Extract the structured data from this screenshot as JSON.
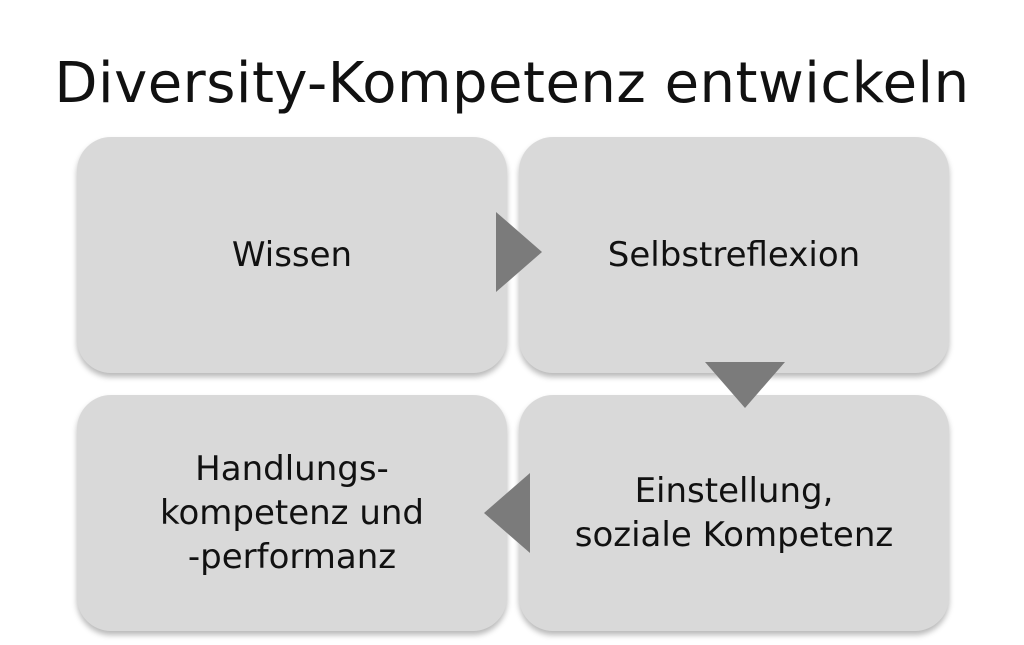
{
  "title": "Diversity-Kompetenz entwickeln",
  "colors": {
    "box_fill": "#d9d9d9",
    "arrow": "#7b7b7b",
    "text": "#111111"
  },
  "steps": [
    {
      "label": "Wissen"
    },
    {
      "label": "Selbstreflexion"
    },
    {
      "label": "Einstellung,\nsoziale Kompetenz"
    },
    {
      "label": "Handlungs-\nkompetenz und\n-performanz"
    }
  ],
  "connectors": [
    {
      "from": 0,
      "to": 1,
      "direction": "right"
    },
    {
      "from": 1,
      "to": 2,
      "direction": "down"
    },
    {
      "from": 2,
      "to": 3,
      "direction": "left"
    }
  ]
}
